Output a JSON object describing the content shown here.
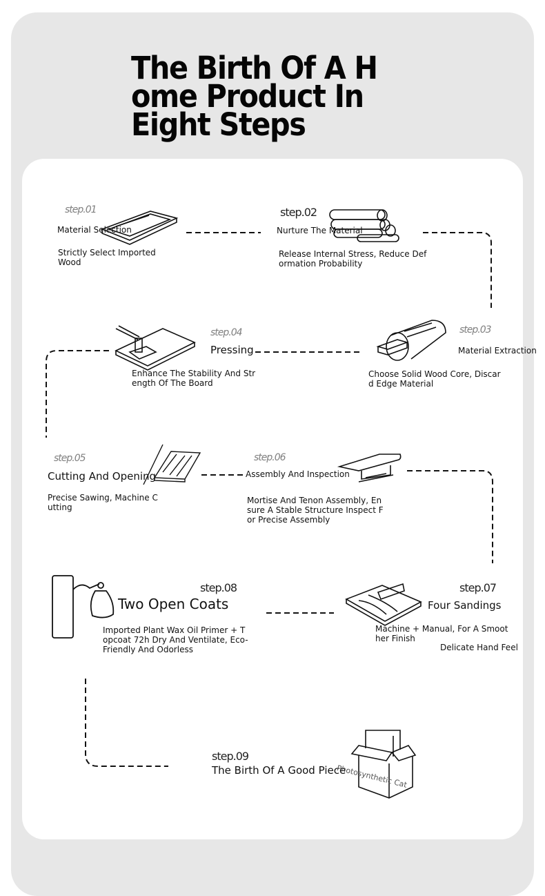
{
  "title": {
    "line1": "The Birth Of A H",
    "line2": "ome Product In",
    "line3": "Eight Steps"
  },
  "steps": [
    {
      "step_label": "step.01",
      "name": "Material Selection",
      "description": "Strictly Select Imported\nWood",
      "illustration": "wood-frame-icon"
    },
    {
      "step_label": "step.02",
      "name": "Nurture The Material",
      "description": "Release Internal Stress, Reduce Def\normation Probability",
      "illustration": "log-pile-icon"
    },
    {
      "step_label": "step.03",
      "name": "Material Extraction",
      "description": "Choose Solid Wood Core, Discar\nd Edge Material",
      "illustration": "log-core-icon"
    },
    {
      "step_label": "step.04",
      "name": "Pressing",
      "description": "Enhance The Stability And Str\nength Of The Board",
      "illustration": "press-board-icon"
    },
    {
      "step_label": "step.05",
      "name": "Cutting And Opening",
      "description": "Precise Sawing, Machine C\nutting",
      "illustration": "saw-board-icon"
    },
    {
      "step_label": "step.06",
      "name": "Assembly And Inspection",
      "description": "Mortise And Tenon Assembly, En\nsure A Stable Structure Inspect F\nor Precise Assembly",
      "illustration": "bench-icon"
    },
    {
      "step_label": "step.07",
      "name": "Four Sandings",
      "description": "Machine + Manual, For A Smoot\nher Finish",
      "extra": "Delicate Hand Feel",
      "illustration": "sanding-block-icon"
    },
    {
      "step_label": "step.08",
      "name": "Two Open Coats",
      "description": "Imported Plant Wax Oil Primer + T\nopcoat 72h Dry And Ventilate, Eco-\nFriendly And Odorless",
      "illustration": "spray-can-icon"
    },
    {
      "step_label": "step.09",
      "name": "The Birth Of A Good\n Piece",
      "illustration": "shipping-box-icon"
    }
  ],
  "brand": "Photosynthetic Cat"
}
